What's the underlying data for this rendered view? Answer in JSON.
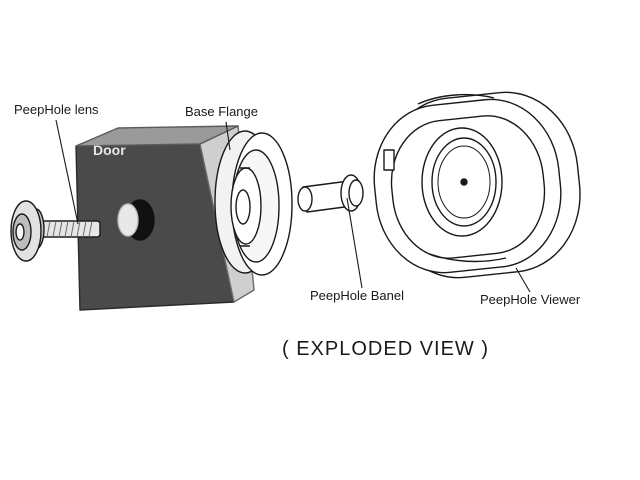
{
  "labels": {
    "lens": "PeepHole lens",
    "flange": "Base Flange",
    "door": "Door",
    "barrel": "PeepHole Banel",
    "viewer": "PeepHole Viewer"
  },
  "caption": "( EXPLODED VIEW )"
}
